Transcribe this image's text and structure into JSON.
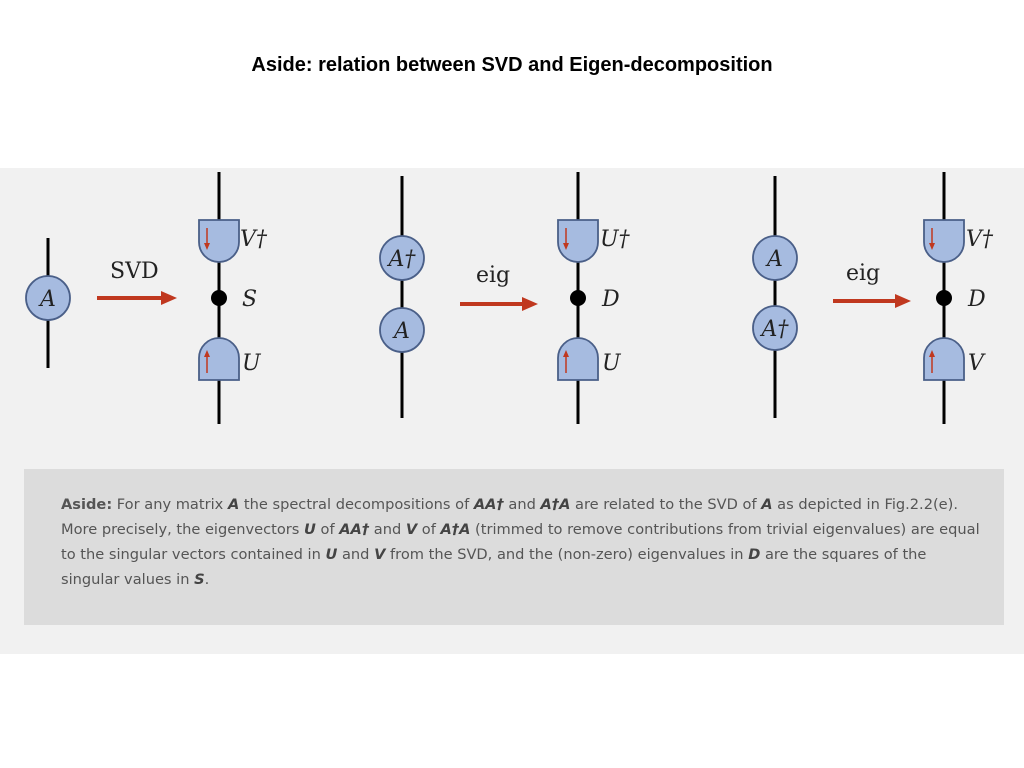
{
  "slide": {
    "title": "Aside: relation between SVD and Eigen-decomposition"
  },
  "diagram": {
    "colors": {
      "node_fill": "#a6bbe0",
      "node_stroke": "#4a5f88",
      "arrow": "#c0381f",
      "wire": "#000000"
    },
    "panels": [
      {
        "input_nodes": [
          "A"
        ],
        "arrow_label": "SVD",
        "output_labels": {
          "top": "V†",
          "middle": "S",
          "bottom": "U"
        }
      },
      {
        "input_nodes": [
          "A†",
          "A"
        ],
        "arrow_label": "eig",
        "output_labels": {
          "top": "U†",
          "middle": "D",
          "bottom": "U"
        }
      },
      {
        "input_nodes": [
          "A",
          "A†"
        ],
        "arrow_label": "eig",
        "output_labels": {
          "top": "V†",
          "middle": "D",
          "bottom": "V"
        }
      }
    ]
  },
  "caption": {
    "lead": "Aside:",
    "segments": [
      {
        "t": " For any matrix ",
        "b": false
      },
      {
        "t": "A",
        "b": true
      },
      {
        "t": " the spectral decompositions of ",
        "b": false
      },
      {
        "t": "AA†",
        "b": true
      },
      {
        "t": " and ",
        "b": false
      },
      {
        "t": "A†A",
        "b": true
      },
      {
        "t": " are related to the SVD of ",
        "b": false
      },
      {
        "t": "A",
        "b": true
      },
      {
        "t": " as depicted in Fig.2.2(e). More precisely, the eigenvectors ",
        "b": false
      },
      {
        "t": "U",
        "b": true
      },
      {
        "t": " of ",
        "b": false
      },
      {
        "t": "AA†",
        "b": true
      },
      {
        "t": " and ",
        "b": false
      },
      {
        "t": "V",
        "b": true
      },
      {
        "t": " of ",
        "b": false
      },
      {
        "t": "A†A",
        "b": true
      },
      {
        "t": " (trimmed to remove contributions from trivial eigenvalues) are equal to the singular vectors contained in ",
        "b": false
      },
      {
        "t": "U",
        "b": true
      },
      {
        "t": " and ",
        "b": false
      },
      {
        "t": "V",
        "b": true
      },
      {
        "t": " from the SVD, and the (non-zero) eigenvalues in ",
        "b": false
      },
      {
        "t": "D",
        "b": true
      },
      {
        "t": " are the squares of the singular values in ",
        "b": false
      },
      {
        "t": "S",
        "b": true
      },
      {
        "t": ".",
        "b": false
      }
    ]
  }
}
